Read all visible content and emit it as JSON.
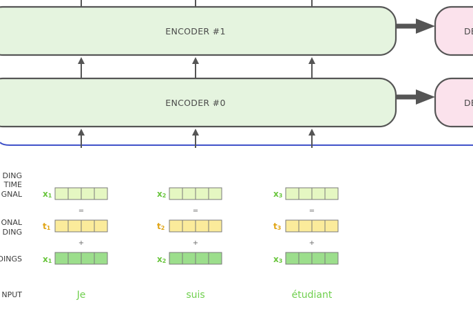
{
  "encoders": [
    "ENCODER #1",
    "ENCODER #0"
  ],
  "decoder_label_partial": "DE",
  "row_labels": {
    "signal": [
      "DING",
      "TIME",
      "GNAL"
    ],
    "positional": [
      "ONAL",
      "DING"
    ],
    "embeddings": [
      "DINGS"
    ],
    "input": [
      "NPUT"
    ]
  },
  "operators": {
    "equals": "=",
    "plus": "+"
  },
  "tokens": [
    {
      "signal": "x1",
      "positional": "t1",
      "embedding": "x1",
      "word": "Je"
    },
    {
      "signal": "x2",
      "positional": "t2",
      "embedding": "x2",
      "word": "suis"
    },
    {
      "signal": "x3",
      "positional": "t3",
      "embedding": "x3",
      "word": "étudiant"
    }
  ],
  "colors": {
    "encoder_fill": "#e5f4df",
    "decoder_fill": "#fbe2ec",
    "box_stroke": "#555555",
    "arrow": "#555555",
    "divider": "#3f51c9",
    "signal_fill": "#e5f7c2",
    "signal_label": "#68c53c",
    "positional_fill": "#fbeb9b",
    "positional_label": "#e0a414",
    "embedding_fill": "#9cde8c",
    "embedding_label": "#68c53c",
    "word": "#6fcf4d"
  }
}
